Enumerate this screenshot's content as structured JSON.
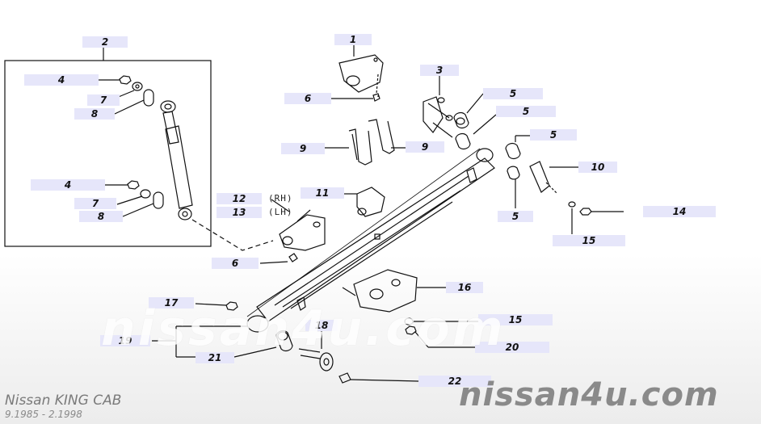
{
  "callouts": {
    "c1": "1",
    "c2": "2",
    "c3": "3",
    "c4a": "4",
    "c4b": "4",
    "c5a": "5",
    "c5b": "5",
    "c5c": "5",
    "c5d": "5",
    "c6a": "6",
    "c6b": "6",
    "c7a": "7",
    "c7b": "7",
    "c8a": "8",
    "c8b": "8",
    "c9a": "9",
    "c9b": "9",
    "c10": "10",
    "c11": "11",
    "c12": "12",
    "c13": "13",
    "c14": "14",
    "c15a": "15",
    "c15b": "15",
    "c16": "16",
    "c17": "17",
    "c19": "19",
    "c18": "18",
    "c20": "20",
    "c21": "21",
    "c22": "22",
    "rh": "(RH)",
    "lh": "(LH)"
  },
  "watermark": {
    "center": "nissan4u.com",
    "bottom": "nissan4u.com"
  },
  "caption": {
    "model": "Nissan KING CAB",
    "dates": "9.1985 - 2.1998"
  },
  "colors": {
    "label_bg": "#e6e6fa",
    "line": "#111111",
    "watermark_bottom": "#8a8a8a"
  }
}
